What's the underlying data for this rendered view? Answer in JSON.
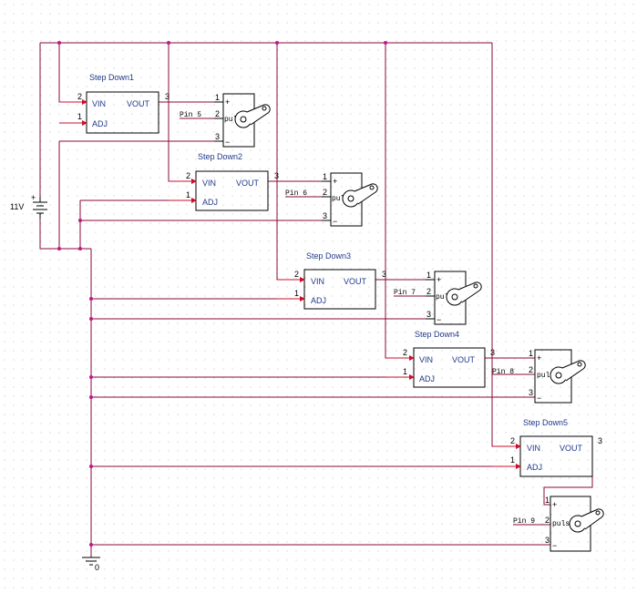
{
  "battery": {
    "label": "11V"
  },
  "ground": {
    "label": "0"
  },
  "regulators": [
    {
      "title": "Step Down1",
      "vin": "VIN",
      "vout": "VOUT",
      "adj": "ADJ",
      "pin_vin": "2",
      "pin_adj": "1",
      "pin_vout": "3"
    },
    {
      "title": "Step Down2",
      "vin": "VIN",
      "vout": "VOUT",
      "adj": "ADJ",
      "pin_vin": "2",
      "pin_adj": "1",
      "pin_vout": "3"
    },
    {
      "title": "Step Down3",
      "vin": "VIN",
      "vout": "VOUT",
      "adj": "ADJ",
      "pin_vin": "2",
      "pin_adj": "1",
      "pin_vout": "3"
    },
    {
      "title": "Step Down4",
      "vin": "VIN",
      "vout": "VOUT",
      "adj": "ADJ",
      "pin_vin": "2",
      "pin_adj": "1",
      "pin_vout": "3"
    },
    {
      "title": "Step Down5",
      "vin": "VIN",
      "vout": "VOUT",
      "adj": "ADJ",
      "pin_vin": "2",
      "pin_adj": "1",
      "pin_vout": "3"
    }
  ],
  "servos": [
    {
      "signal": "Pin 5",
      "pulse": "pulse",
      "p1": "1",
      "p2": "2",
      "p3": "3",
      "plus": "+",
      "minus": "−"
    },
    {
      "signal": "Pin 6",
      "pulse": "pulse",
      "p1": "1",
      "p2": "2",
      "p3": "3",
      "plus": "+",
      "minus": "−"
    },
    {
      "signal": "Pin 7",
      "pulse": "pulse",
      "p1": "1",
      "p2": "2",
      "p3": "3",
      "plus": "+",
      "minus": "−"
    },
    {
      "signal": "Pin 8",
      "pulse": "pulse",
      "p1": "1",
      "p2": "2",
      "p3": "3",
      "plus": "+",
      "minus": "−"
    },
    {
      "signal": "Pin 9",
      "pulse": "pulse",
      "p1": "1",
      "p2": "2",
      "p3": "3",
      "plus": "+",
      "minus": "−"
    }
  ],
  "colors": {
    "wire": "#8b0a3a",
    "node": "#c0168a",
    "text": "#1f3a8a",
    "grid": "#c8c8c8"
  }
}
